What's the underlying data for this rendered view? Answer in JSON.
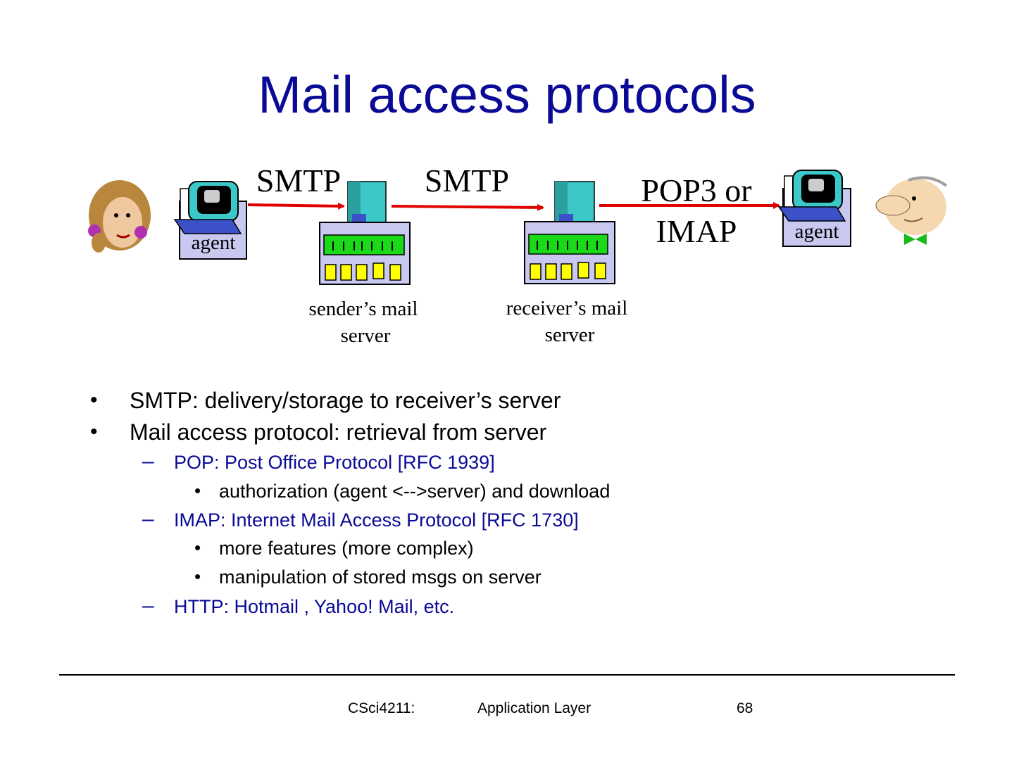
{
  "slide": {
    "title": "Mail access protocols"
  },
  "diagram": {
    "protocols": {
      "smtp_1": "SMTP",
      "smtp_2": "SMTP",
      "pop3_line1": "POP3 or",
      "pop3_line2": "IMAP"
    },
    "agents": {
      "left_label": "agent",
      "right_label": "agent"
    },
    "servers": {
      "sender_line1": "sender’s mail",
      "sender_line2": "server",
      "receiver_line1": "receiver’s mail",
      "receiver_line2": "server"
    },
    "colors": {
      "arrow": "#e00000",
      "title": "#0a0a96",
      "server_body": "#c8c8f0",
      "server_bar": "#19d919",
      "server_slot": "#ffff00",
      "tower": "#3cc8c8"
    }
  },
  "bullets": {
    "l1_a": "SMTP: delivery/storage to receiver’s server",
    "l1_b": "Mail access protocol: retrieval from server",
    "pop": "POP: Post Office Protocol [RFC 1939]",
    "pop_sub": "authorization (agent <-->server) and download",
    "imap": "IMAP: Internet Mail Access Protocol [RFC 1730]",
    "imap_sub1": "more features (more complex)",
    "imap_sub2": "manipulation of stored msgs on server",
    "http": "HTTP: Hotmail , Yahoo! Mail, etc."
  },
  "footer": {
    "course": "CSci4211:",
    "topic": "Application Layer",
    "page": "68"
  }
}
